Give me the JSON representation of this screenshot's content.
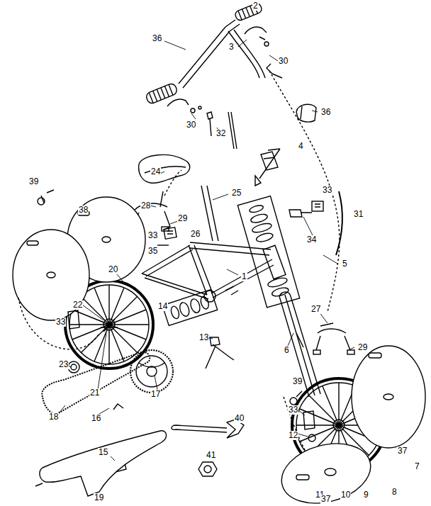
{
  "diagram": {
    "labels": [
      "2",
      "36",
      "3",
      "30",
      "36",
      "30",
      "32",
      "4",
      "39",
      "24",
      "28",
      "25",
      "33",
      "31",
      "38",
      "29",
      "33",
      "34",
      "26",
      "35",
      "5",
      "20",
      "1",
      "22",
      "14",
      "27",
      "33",
      "13",
      "6",
      "29",
      "23",
      "21",
      "17",
      "39",
      "18",
      "16",
      "40",
      "33",
      "12",
      "37",
      "15",
      "41",
      "11",
      "10",
      "9",
      "8",
      "7",
      "19",
      "37"
    ]
  }
}
